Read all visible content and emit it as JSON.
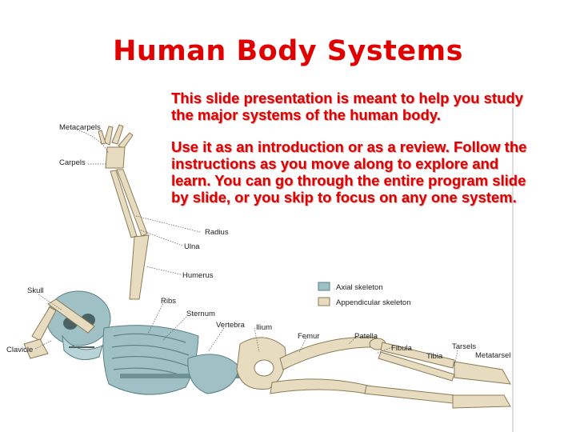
{
  "slide": {
    "title": "Human Body Systems",
    "intro": "This slide presentation is meant to help you study the major systems of the human body.",
    "instructions": "Use it as an introduction or as a review. Follow the instructions as you move along to explore and learn. You can go through the entire program slide by slide, or you skip to focus on any one system."
  },
  "figure": {
    "labels": {
      "metacarpels": "Metacarpels",
      "carpels": "Carpels",
      "radius": "Radius",
      "ulna": "Ulna",
      "humerus": "Humerus",
      "skull": "Skull",
      "ribs": "Ribs",
      "sternum": "Sternum",
      "vertebra": "Vertebra",
      "ilium": "Ilium",
      "femur": "Femur",
      "patella": "Patella",
      "fibula": "Fibula",
      "tibia": "Tibia",
      "tarsels": "Tarsels",
      "metatarsel": "Metatarsel",
      "clavicle": "Clavicle"
    },
    "legend": {
      "axial": "Axial skeleton",
      "appendicular": "Appendicular skeleton",
      "axial_color": "#9fc0c4",
      "appendicular_color": "#e8dcc0"
    }
  },
  "colors": {
    "title": "#e00000",
    "text": "#e00000"
  }
}
